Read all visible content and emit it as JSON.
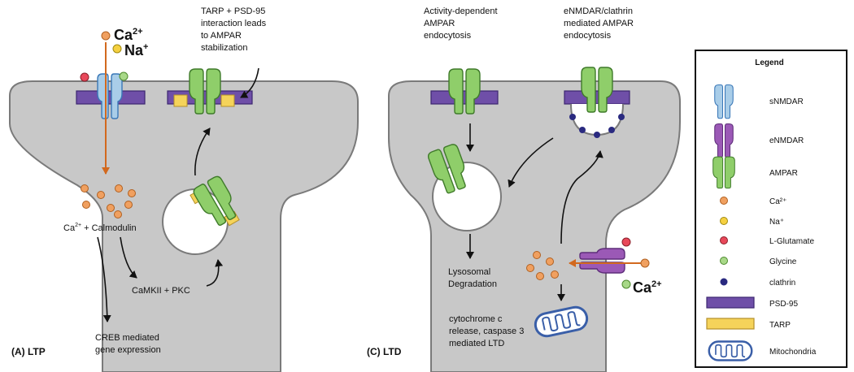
{
  "panel_a": {
    "ion_ca": "Ca",
    "ion_ca_sup": "2+",
    "ion_na": "Na",
    "ion_na_sup": "+",
    "tarp_note": [
      "TARP + PSD-95",
      "interaction leads",
      "to AMPAR",
      "stabilization"
    ],
    "calmodulin_pre": "Ca",
    "calmodulin_sup": "2+",
    "calmodulin_post": " + Calmodulin",
    "camkii": "CaMKII + PKC",
    "creb": [
      "CREB mediated",
      "gene expression"
    ],
    "panel_label": "(A) LTP"
  },
  "panel_c": {
    "activity_note": [
      "Activity-dependent",
      "AMPAR",
      "endocytosis"
    ],
    "enmdar_note": [
      "eNMDAR/clathrin",
      "mediated AMPAR",
      "endocytosis"
    ],
    "lysosomal": [
      "Lysosomal",
      "Degradation"
    ],
    "cytochrome": [
      "cytochrome c",
      "release, caspase 3",
      "mediated LTD"
    ],
    "ion_ca": "Ca",
    "ion_ca_sup": "2+",
    "panel_label": "(C) LTD"
  },
  "legend": {
    "title": "Legend",
    "items": [
      {
        "label": "sNMDAR",
        "icon": "snmdar-icon"
      },
      {
        "label": "eNMDAR",
        "icon": "enmdar-icon"
      },
      {
        "label": "AMPAR",
        "icon": "ampar-icon"
      },
      {
        "label": "Ca²⁺",
        "icon": "calcium-ion-icon"
      },
      {
        "label": "Na⁺",
        "icon": "sodium-ion-icon"
      },
      {
        "label": "L-Glutamate",
        "icon": "glutamate-icon"
      },
      {
        "label": "Glycine",
        "icon": "glycine-icon"
      },
      {
        "label": "clathrin",
        "icon": "clathrin-icon"
      },
      {
        "label": "PSD-95",
        "icon": "psd95-icon"
      },
      {
        "label": "TARP",
        "icon": "tarp-icon"
      },
      {
        "label": "Mitochondria",
        "icon": "mitochondria-icon"
      }
    ]
  },
  "colors": {
    "spine": "#c8c8c8",
    "ampar": "#8fce6a",
    "snmdar": "#a9cde8",
    "enmdar": "#9b59b6",
    "psd95": "#6f4fa8",
    "tarp": "#f5d35a",
    "calcium": "#f0a060",
    "sodium": "#f5d040",
    "glutamate": "#e8485a",
    "glycine": "#a8d888",
    "clathrin": "#2a2a80",
    "mitochondria": "#5b82c6"
  }
}
